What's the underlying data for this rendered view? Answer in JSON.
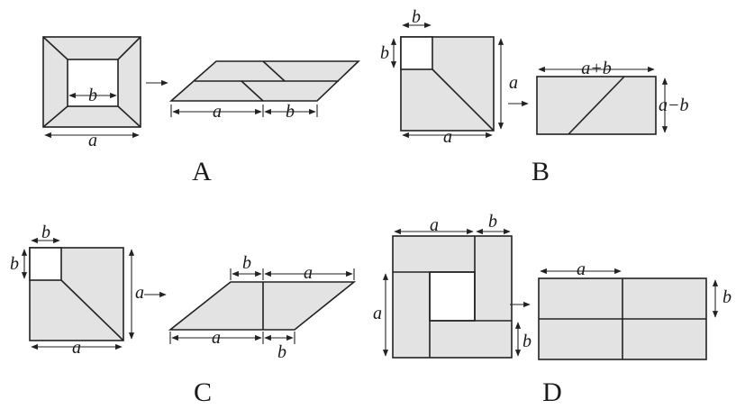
{
  "colors": {
    "line": "#222222",
    "shade": "#e3e3e3",
    "background": "#ffffff"
  },
  "panels": {
    "A": {
      "caption": "A",
      "left_labels": {
        "inner": "b",
        "outer": "a"
      },
      "right_labels": {
        "a": "a",
        "b": "b"
      }
    },
    "B": {
      "caption": "B",
      "left_labels": {
        "top": "b",
        "side": "b",
        "right": "a",
        "bottom": "a"
      },
      "right_labels": {
        "top": "a+b",
        "right": "a−b"
      }
    },
    "C": {
      "caption": "C",
      "left_labels": {
        "top": "b",
        "side": "b",
        "right": "a",
        "bottom": "a"
      },
      "right_labels": {
        "top_b": "b",
        "top_a": "a",
        "bottom_a": "a",
        "bottom_b": "b"
      }
    },
    "D": {
      "caption": "D",
      "left_labels": {
        "top_a": "a",
        "top_b": "b",
        "left_a": "a",
        "right_b": "b"
      },
      "right_labels": {
        "top_a": "a",
        "right_b": "b"
      }
    }
  }
}
